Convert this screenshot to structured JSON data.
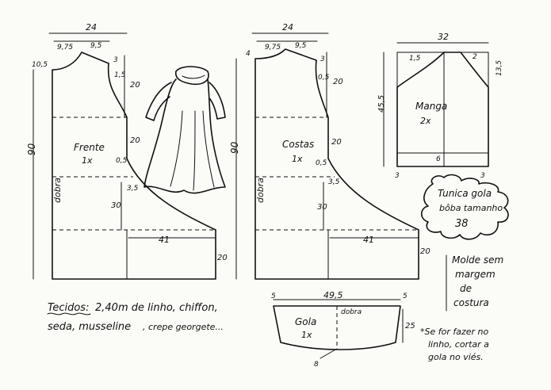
{
  "front": {
    "width": "24",
    "neck_w1": "9,75",
    "neck_w2": "9,5",
    "neck_drop": "10,5",
    "shoulder_drop": "3",
    "armhole_depth": "1,5",
    "armhole_len": "20",
    "hip_len": "20",
    "side_offset": "0,5",
    "side_curve": "3,5",
    "lower_len": "30",
    "hem_width": "41",
    "hem_len": "20",
    "total_len": "90",
    "fold": "dobra",
    "name": "Frente",
    "qty": "1x"
  },
  "back": {
    "width": "24",
    "neck_drop": "4",
    "neck_w1": "9,75",
    "neck_w2": "9,5",
    "shoulder_drop": "3",
    "armhole_depth": "0,5",
    "armhole_len": "20",
    "hip_len": "20",
    "side_offset": "0,5",
    "side_curve": "3,5",
    "lower_len": "30",
    "hem_width": "41",
    "hem_len": "20",
    "total_len": "90",
    "fold": "dobra",
    "name": "Costas",
    "qty": "1x"
  },
  "sleeve": {
    "width": "32",
    "cap_left": "1,5",
    "cap_right": "2",
    "cap_height": "13,5",
    "length": "45,5",
    "cuff": "6",
    "corner_left": "3",
    "corner_right": "3",
    "name": "Manga",
    "qty": "2x"
  },
  "collar": {
    "width": "49,5",
    "fold": "dobra",
    "end_left": "5",
    "end_right": "5",
    "height": "25",
    "curve": "8",
    "name": "Gola",
    "qty": "1x"
  },
  "title": {
    "line1": "Tunica gola",
    "line2": "bôba tamanho",
    "size": "38"
  },
  "seam_note": {
    "line1": "Molde sem",
    "line2": "margem",
    "line3": "de",
    "line4": "costura"
  },
  "fabric_note": {
    "label": "Tecidos:",
    "line1": "2,40m de linho, chiffon,",
    "line2": "seda, musseline",
    "line3": ", crepe georgete..."
  },
  "bias_note": {
    "line1": "*Se for fazer no",
    "line2": "linho, cortar a",
    "line3": "gola no viés."
  }
}
